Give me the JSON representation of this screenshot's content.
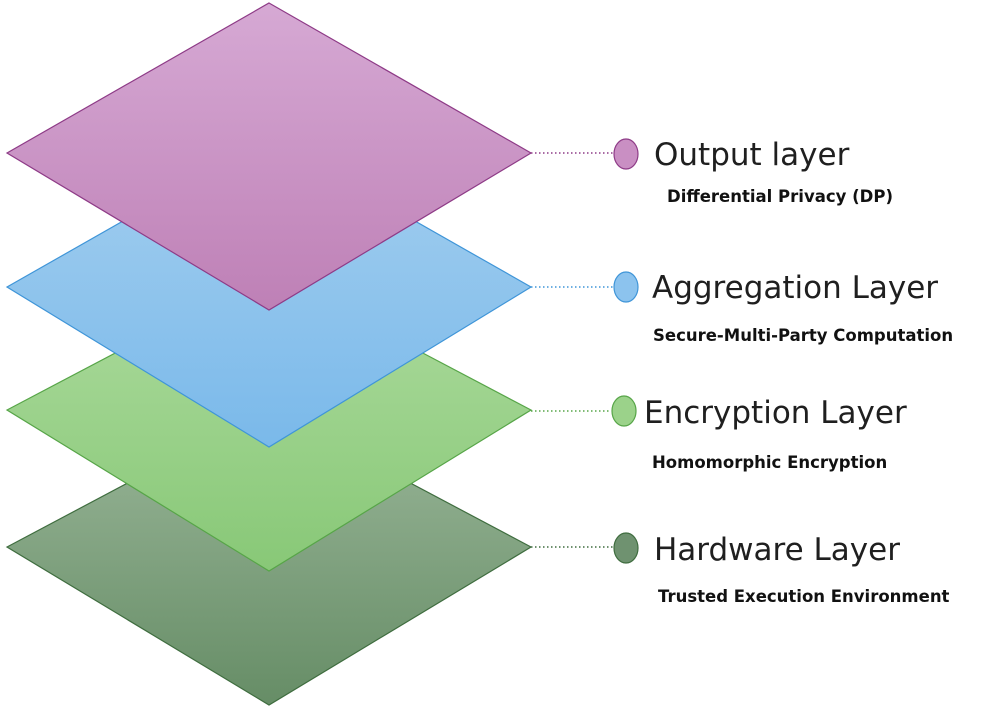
{
  "layers": [
    {
      "key": "hardware",
      "title": "Hardware Layer",
      "technique": "Trusted Execution Environment",
      "top_color": "#9bb79a",
      "bottom_color": "#668d66",
      "stroke_color": "#3f6d3f",
      "dot_color": "#6f9270",
      "dot_stroke": "#3f6d3f"
    },
    {
      "key": "encryption",
      "title": "Encryption Layer",
      "technique": "Homomorphic Encryption",
      "top_color": "#addb9e",
      "bottom_color": "#88c877",
      "stroke_color": "#57a548",
      "dot_color": "#9bd28a",
      "dot_stroke": "#57a548"
    },
    {
      "key": "aggregation",
      "title": "Aggregation Layer",
      "technique": "Secure-Multi-Party Computation",
      "top_color": "#a4cfef",
      "bottom_color": "#7ab9ea",
      "stroke_color": "#3f95d8",
      "dot_color": "#8cc3ee",
      "dot_stroke": "#3f95d8"
    },
    {
      "key": "output",
      "title": "Output layer",
      "technique": "Differential Privacy (DP)",
      "top_color": "#d6a9d4",
      "bottom_color": "#be80b6",
      "stroke_color": "#8e3b87",
      "dot_color": "#c98fc3",
      "dot_stroke": "#8e3b87"
    }
  ]
}
